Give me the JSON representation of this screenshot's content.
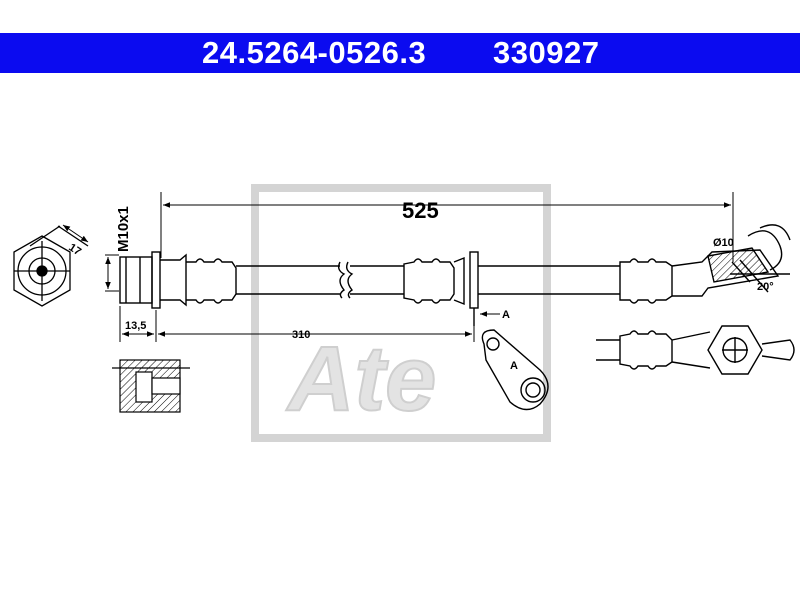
{
  "header": {
    "article_number": "24.5264-0526.3",
    "ref_number": "330927",
    "background_color": "#0b0bf0",
    "text_color": "#ffffff"
  },
  "dimensions": {
    "overall_length": "525",
    "partial_length": "310",
    "fitting_length": "13,5",
    "hex_size": "17",
    "thread": "M10x1",
    "eye_diameter": "Ø10",
    "angle": "20°",
    "section_label": "A",
    "view_label": "A"
  },
  "watermark": {
    "logo_text": "Ate",
    "color": "#d4d4d4"
  }
}
